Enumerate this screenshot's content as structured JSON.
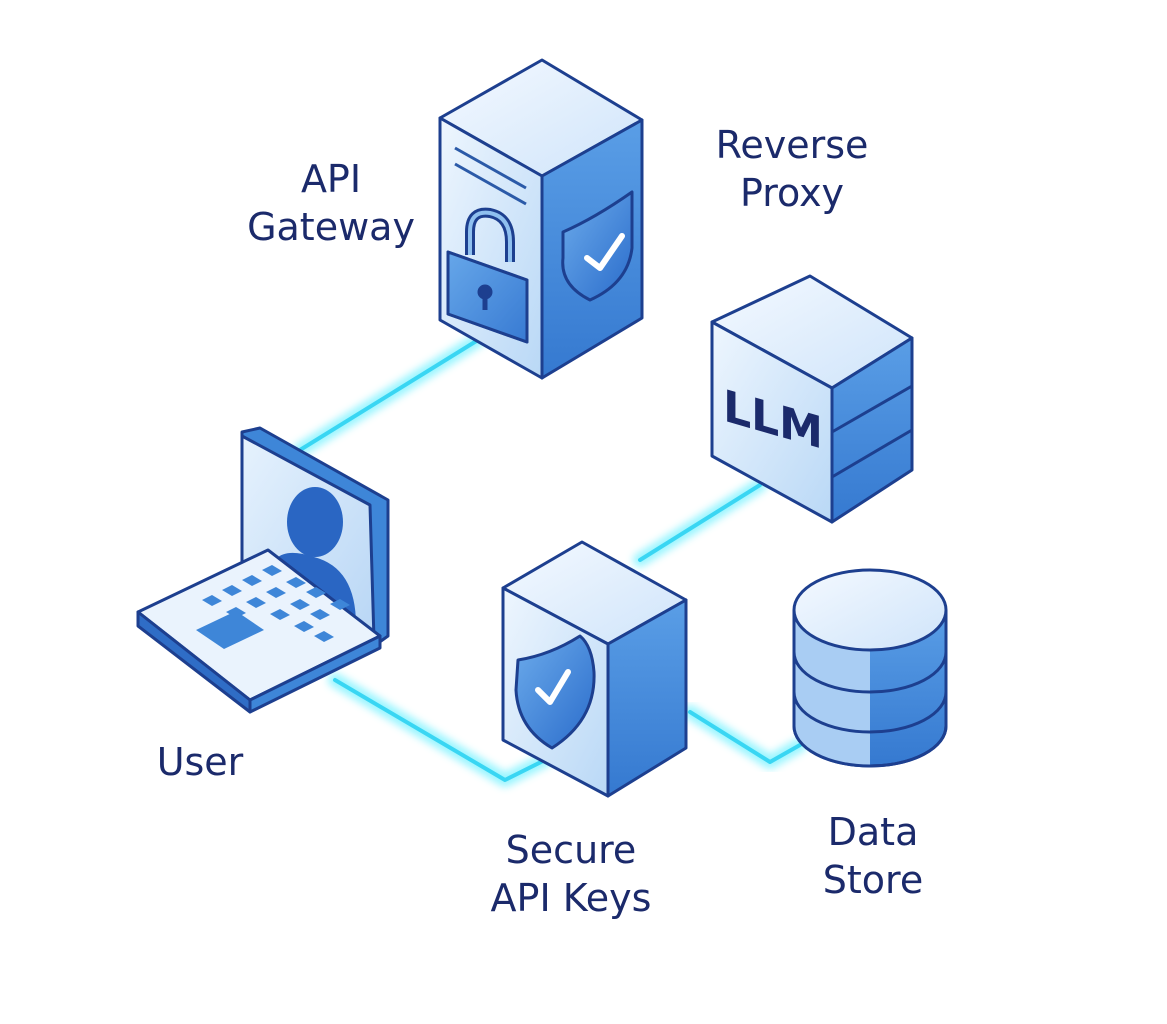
{
  "nodes": {
    "api_gateway": {
      "lines": [
        "API",
        "Gateway"
      ]
    },
    "reverse_proxy": {
      "lines": [
        "Reverse",
        "Proxy"
      ]
    },
    "user": {
      "lines": [
        "User"
      ]
    },
    "secure_api_keys": {
      "lines": [
        "Secure",
        "API Keys"
      ]
    },
    "data_store": {
      "lines": [
        "Data",
        "Store"
      ]
    },
    "llm_box": {
      "text": "LLM"
    }
  },
  "colors": {
    "label_text": "#1b2a6b",
    "outline": "#1d3f8f",
    "face_light": "#dcebfb",
    "face_mid": "#a9cdf3",
    "face_dark": "#3e86d8",
    "connector_glow": "#6ff0ff",
    "connector_core": "#2fd3f2"
  },
  "icons": [
    "laptop-icon",
    "user-silhouette-icon",
    "server-icon",
    "lock-icon",
    "shield-check-icon",
    "database-icon"
  ]
}
